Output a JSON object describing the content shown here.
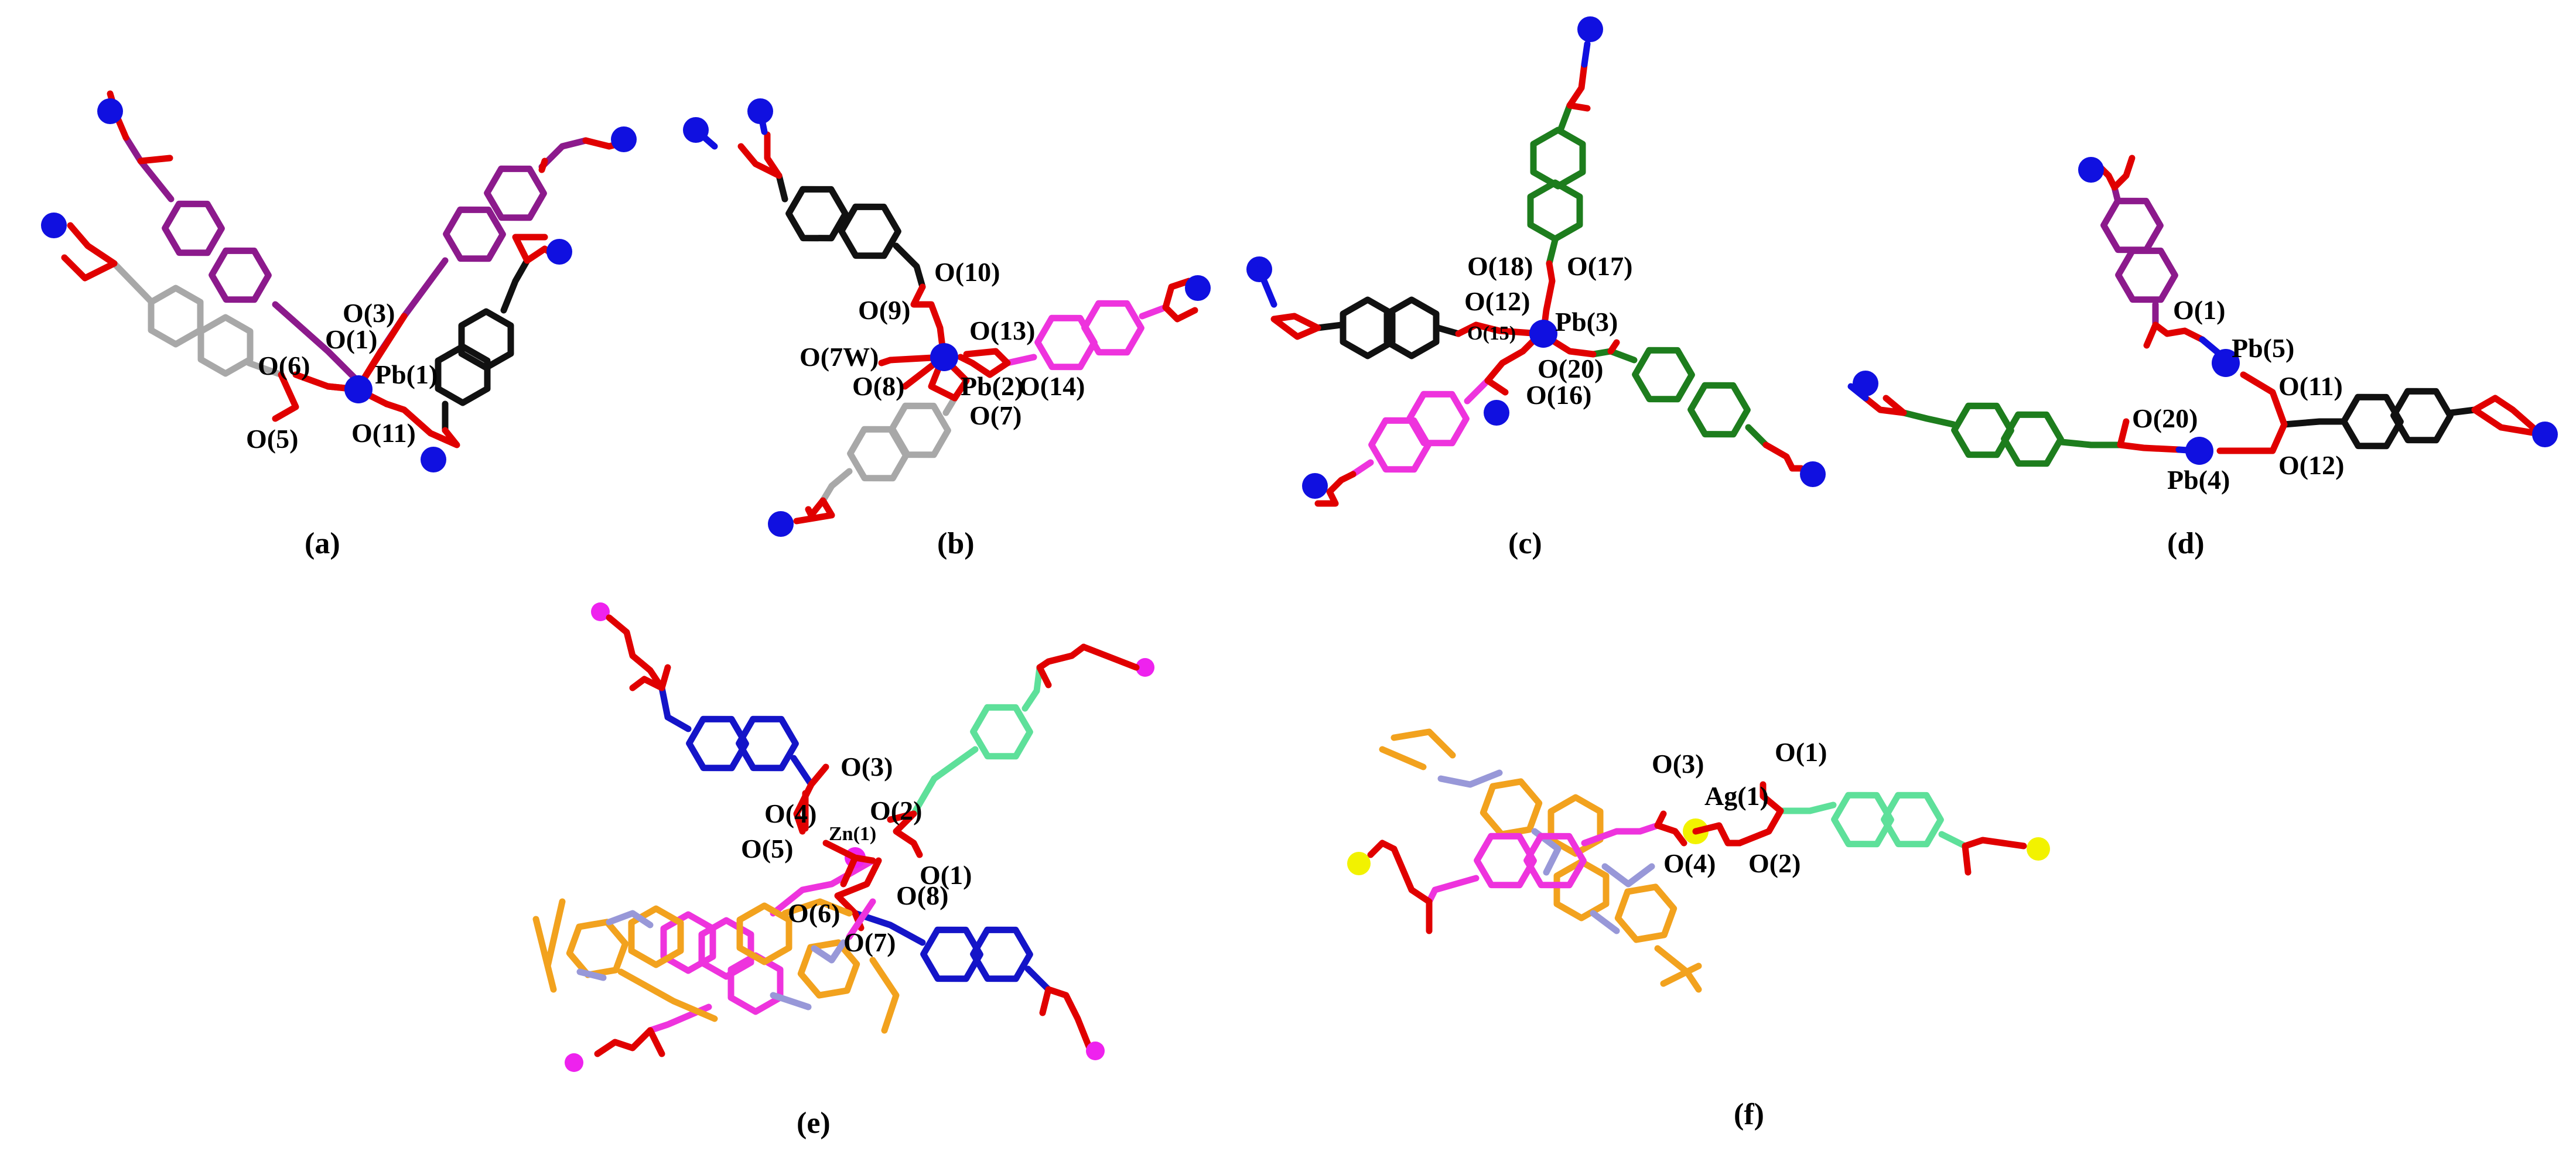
{
  "colors": {
    "oxygen": "#e00000",
    "lead": "#1010e0",
    "zinc": "#ee22ee",
    "silver": "#f2f200",
    "nitrogen": "#9898d8",
    "black_ligand": "#111111",
    "purple_ligand": "#8c1a8c",
    "grey_ligand": "#a8a8a8",
    "magenta_ligand": "#ee33dd",
    "green_ligand": "#1d7d1d",
    "mint_ligand": "#5ee09a",
    "blue_ligand": "#1414c8",
    "orange_ligand": "#f2a21e"
  },
  "panels": [
    {
      "caption": "(a)",
      "labels": [
        "O(3)",
        "O(1)",
        "Pb(1)",
        "O(6)",
        "O(5)",
        "O(11)"
      ]
    },
    {
      "caption": "(b)",
      "labels": [
        "O(10)",
        "O(9)",
        "O(13)",
        "O(7W)",
        "O(8)",
        "Pb(2)",
        "O(14)",
        "O(7)"
      ]
    },
    {
      "caption": "(c)",
      "labels": [
        "O(18)",
        "O(17)",
        "O(12)",
        "O(15)",
        "Pb(3)",
        "O(20)",
        "O(16)"
      ]
    },
    {
      "caption": "(d)",
      "labels": [
        "O(1)",
        "Pb(5)",
        "O(11)",
        "O(20)",
        "Pb(4)",
        "O(12)"
      ]
    },
    {
      "caption": "(e)",
      "labels": [
        "O(3)",
        "O(4)",
        "Zn(1)",
        "O(2)",
        "O(5)",
        "O(1)",
        "O(8)",
        "O(6)",
        "O(7)"
      ]
    },
    {
      "caption": "(f)",
      "labels": [
        "O(3)",
        "O(1)",
        "Ag(1)",
        "O(4)",
        "O(2)"
      ]
    }
  ]
}
